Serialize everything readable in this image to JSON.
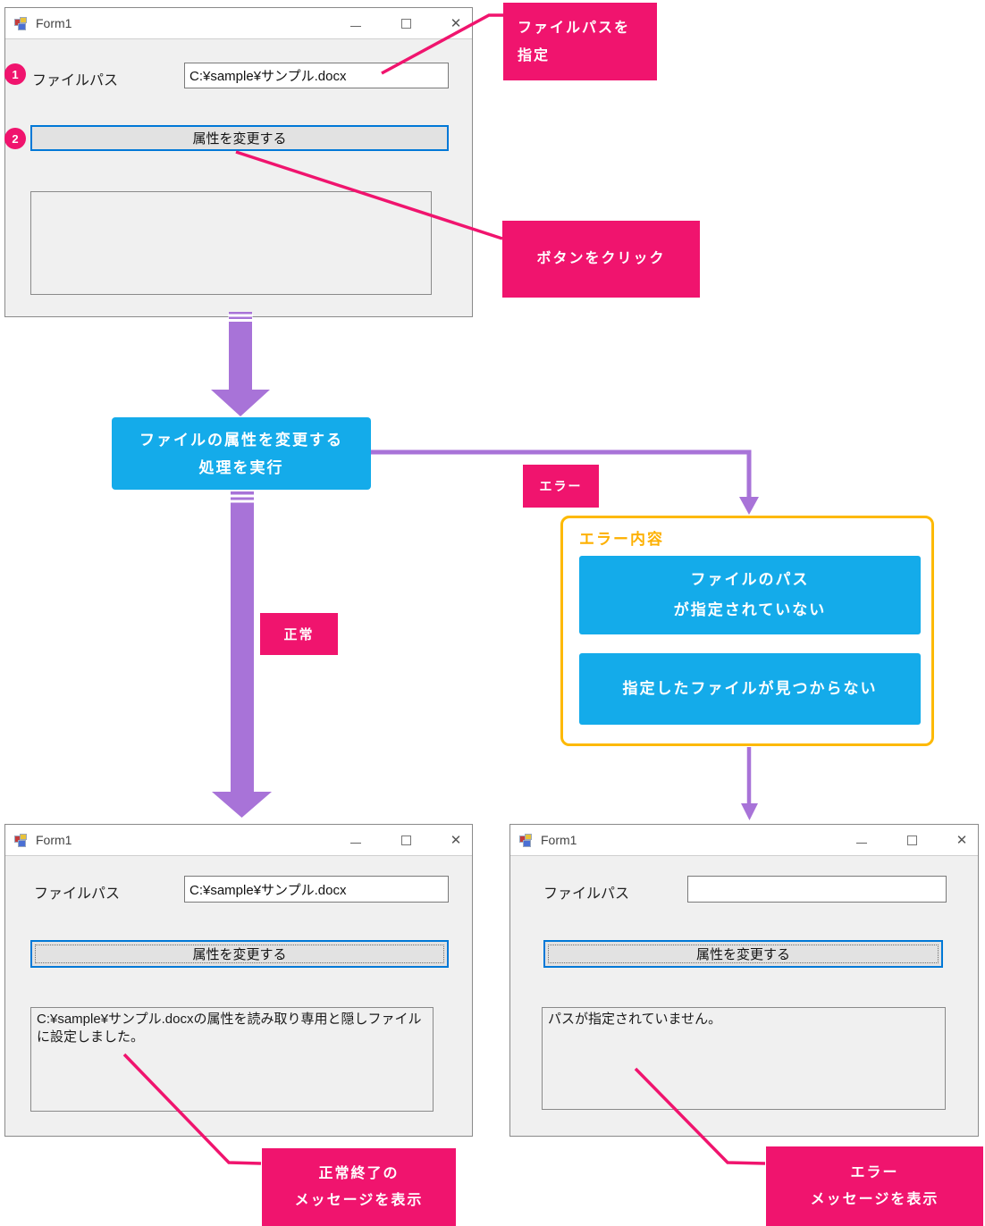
{
  "colors": {
    "pink": "#f0146e",
    "blue": "#14abea",
    "purple": "#a873d8",
    "orange": "#fdb900",
    "window_bg": "#f0f0f0",
    "button_focus_border": "#0078d7"
  },
  "badges": {
    "step1": "1",
    "step2": "2"
  },
  "windows": {
    "input": {
      "title": "Form1",
      "path_label": "ファイルパス",
      "path_value": "C:¥sample¥サンプル.docx",
      "button_label": "属性を変更する",
      "message": ""
    },
    "success": {
      "title": "Form1",
      "path_label": "ファイルパス",
      "path_value": "C:¥sample¥サンプル.docx",
      "button_label": "属性を変更する",
      "message": "C:¥sample¥サンプル.docxの属性を読み取り専用と隠しファイルに設定しました。"
    },
    "error": {
      "title": "Form1",
      "path_label": "ファイルパス",
      "path_value": "",
      "button_label": "属性を変更する",
      "message": "パスが指定されていません。"
    }
  },
  "callouts": {
    "specify_path": [
      "ファイルパスを",
      "指定"
    ],
    "click_button": "ボタンをクリック",
    "normal_result": [
      "正常終了の",
      "メッセージを表示"
    ],
    "error_result": [
      "エラー",
      "メッセージを表示"
    ]
  },
  "flow": {
    "process": [
      "ファイルの属性を変更する",
      "処理を実行"
    ],
    "branch_normal": "正常",
    "branch_error": "エラー",
    "error_box": {
      "title": "エラー内容",
      "item1": [
        "ファイルのパス",
        "が指定されていない"
      ],
      "item2": "指定したファイルが見つからない"
    }
  }
}
